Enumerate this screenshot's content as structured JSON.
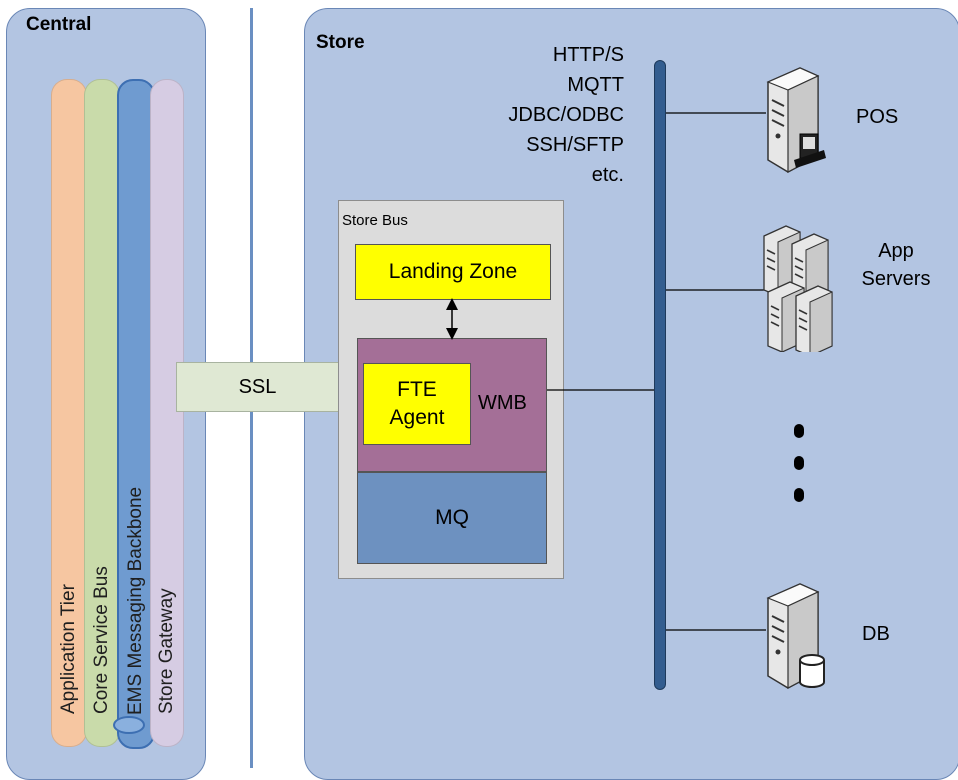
{
  "central": {
    "title": "Central",
    "pillars": {
      "application_tier": "Application Tier",
      "core_service_bus": "Core Service Bus",
      "ems_backbone": "EMS Messaging Backbone",
      "store_gateway": "Store Gateway"
    },
    "colors": {
      "application_tier": "#f6c6a1",
      "core_service_bus": "#c9dbaa",
      "ems_backbone": "#6f9bd0",
      "store_gateway": "#d6cce3"
    }
  },
  "connection": {
    "label": "SSL"
  },
  "store": {
    "title": "Store",
    "protocols": [
      "HTTP/S",
      "MQTT",
      "JDBC/ODBC",
      "SSH/SFTP",
      "etc."
    ],
    "store_bus": {
      "title": "Store Bus",
      "landing_zone": "Landing Zone",
      "wmb": "WMB",
      "fte_agent": [
        "FTE",
        "Agent"
      ],
      "mq": "MQ"
    },
    "devices": {
      "pos": "POS",
      "app_servers": [
        "App",
        "Servers"
      ],
      "db": "DB"
    }
  }
}
